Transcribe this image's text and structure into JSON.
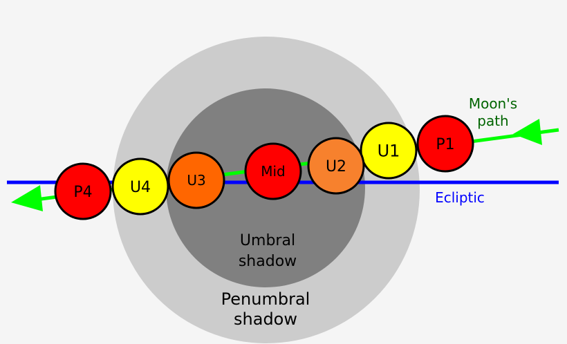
{
  "labels": {
    "umbral": [
      "Umbral",
      "shadow"
    ],
    "penumbral": [
      "Penumbral",
      "shadow"
    ],
    "moons_path": [
      "Moon's",
      "path"
    ],
    "ecliptic": "Ecliptic"
  },
  "moons": [
    {
      "label": "P1",
      "color": "#ff0000"
    },
    {
      "label": "U1",
      "color": "#ffff00"
    },
    {
      "label": "U2",
      "color": "#f7812d"
    },
    {
      "label": "Mid",
      "color": "#ff0000"
    },
    {
      "label": "U3",
      "color": "#ff6600"
    },
    {
      "label": "U4",
      "color": "#ffff00"
    },
    {
      "label": "P4",
      "color": "#ff0000"
    }
  ],
  "colors": {
    "penumbra": "#cccccc",
    "umbra": "#808080",
    "ecliptic": "#0000ff",
    "path": "#00ff00",
    "path_label": "#006400"
  }
}
